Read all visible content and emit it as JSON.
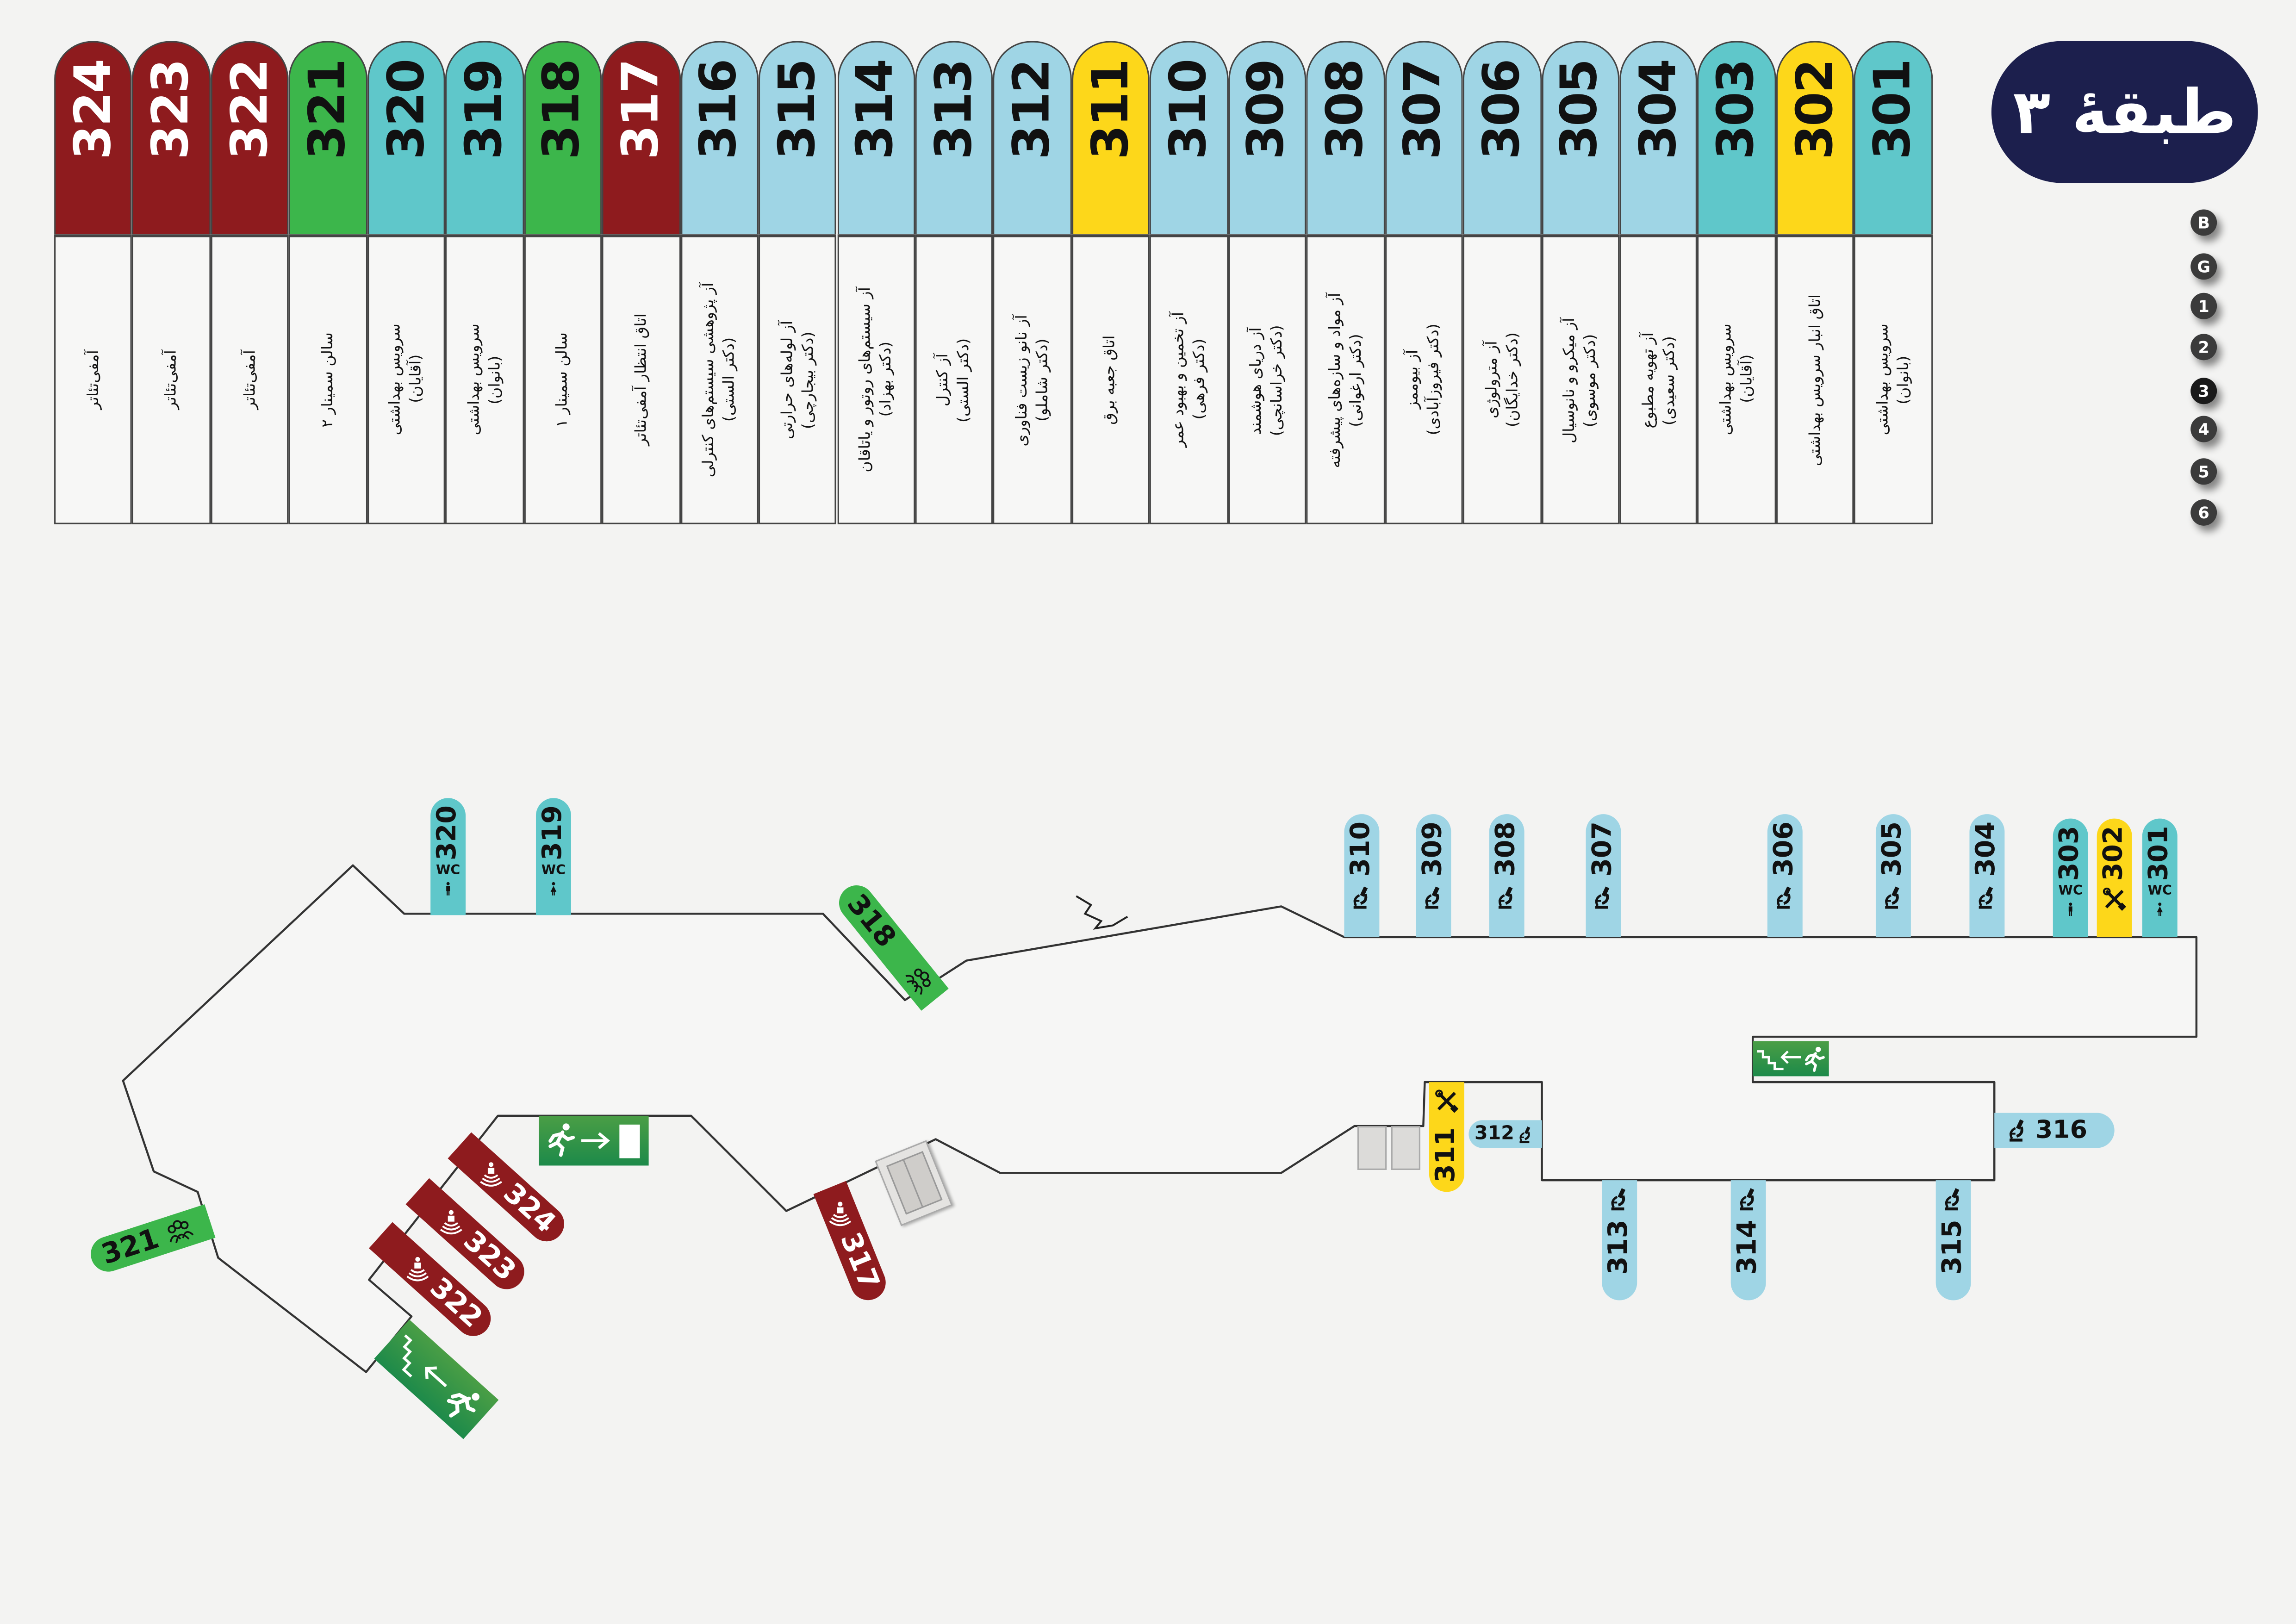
{
  "floor_title": "طبقهٔ ۳",
  "colors": {
    "red": "#8e1b1e",
    "green": "#3cb64b",
    "teal": "#5fc7ca",
    "light": "#9fd5e5",
    "yellow": "#fdd71a",
    "navy": "#1c1f4d"
  },
  "floors": [
    {
      "label": "B",
      "current": false
    },
    {
      "label": "G",
      "current": false
    },
    {
      "label": "1",
      "current": false
    },
    {
      "label": "2",
      "current": false
    },
    {
      "label": "3",
      "current": true
    },
    {
      "label": "4",
      "current": false
    },
    {
      "label": "5",
      "current": false
    },
    {
      "label": "6",
      "current": false
    }
  ],
  "rooms": [
    {
      "number": "324",
      "color": "red",
      "label": "آمفی‌تئاتر"
    },
    {
      "number": "323",
      "color": "red",
      "label": "آمفی‌تئاتر"
    },
    {
      "number": "322",
      "color": "red",
      "label": "آمفی‌تئاتر"
    },
    {
      "number": "321",
      "color": "green",
      "label": "سالن سمینار ۲"
    },
    {
      "number": "320",
      "color": "teal",
      "label": "سرویس بهداشتی\n(آقایان)"
    },
    {
      "number": "319",
      "color": "teal",
      "label": "سرویس بهداشتی\n(بانوان)"
    },
    {
      "number": "318",
      "color": "green",
      "label": "سالن سمینار ۱"
    },
    {
      "number": "317",
      "color": "red",
      "label": "اتاق انتظار آمفی‌تئاتر"
    },
    {
      "number": "316",
      "color": "light",
      "label": "آز پژوهشی سیستم‌های کنترلی\n(دکتر الستی)"
    },
    {
      "number": "315",
      "color": "light",
      "label": "آز لوله‌های حرارتی\n(دکتر بیجارچی)"
    },
    {
      "number": "314",
      "color": "light",
      "label": "آز سیستم‌های روتور و یاتاقان\n(دکتر بهزاد)"
    },
    {
      "number": "313",
      "color": "light",
      "label": "آز کنترل\n(دکتر الستی)"
    },
    {
      "number": "312",
      "color": "light",
      "label": "آز نانو زیست فناوری\n(دکتر شاملو)"
    },
    {
      "number": "311",
      "color": "yellow",
      "label": "اتاق جعبه برق"
    },
    {
      "number": "310",
      "color": "light",
      "label": "آز تخمین و بهبود عمر\n(دکتر فرهی)"
    },
    {
      "number": "309",
      "color": "light",
      "label": "آز دریای هوشمند\n(دکتر خراسانچی)"
    },
    {
      "number": "308",
      "color": "light",
      "label": "آز مواد و سازه‌های پیشرفته\n(دکتر ارغوانی)"
    },
    {
      "number": "307",
      "color": "light",
      "label": "آز بیوممز\n(دکتر فیروزآبادی)"
    },
    {
      "number": "306",
      "color": "light",
      "label": "آز مترولوژی\n(دکتر خدایگان)"
    },
    {
      "number": "305",
      "color": "light",
      "label": "آز میکرو و نانوسیال\n(دکتر موسوی)"
    },
    {
      "number": "304",
      "color": "light",
      "label": "آز تهویه مطبوع\n(دکتر سعیدی)"
    },
    {
      "number": "303",
      "color": "teal",
      "label": "سرویس بهداشتی\n(آقایان)"
    },
    {
      "number": "302",
      "color": "yellow",
      "label": "اتاق انبار سرویس بهداشتی"
    },
    {
      "number": "301",
      "color": "teal",
      "label": "سرویس بهداشتی\n(بانوان)"
    }
  ],
  "map_rooms": {
    "301": "301",
    "302": "302",
    "303": "303",
    "304": "304",
    "305": "305",
    "306": "306",
    "307": "307",
    "308": "308",
    "309": "309",
    "310": "310",
    "311": "311",
    "312": "312",
    "313": "313",
    "314": "314",
    "315": "315",
    "316": "316",
    "317": "317",
    "318": "318",
    "319": "319",
    "320": "320",
    "321": "321",
    "322": "322",
    "323": "323",
    "324": "324"
  },
  "labels": {
    "wc": "WC"
  }
}
